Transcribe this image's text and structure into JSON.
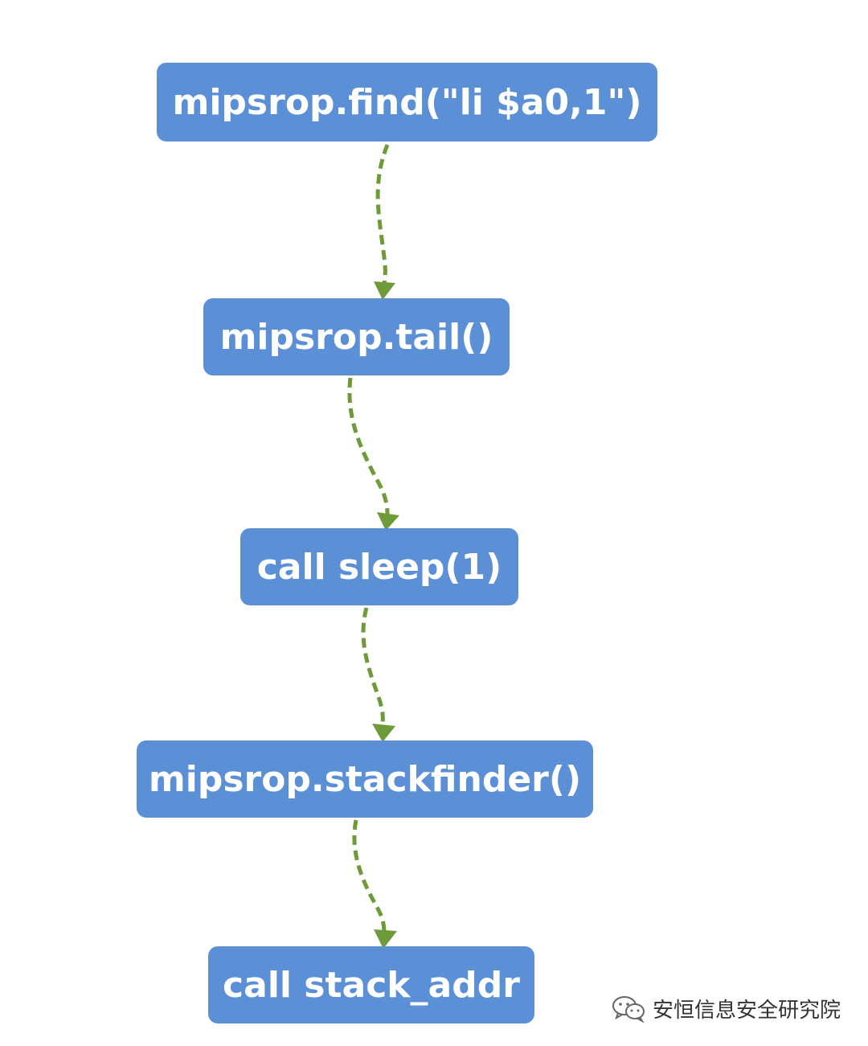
{
  "nodes": [
    {
      "label": "mipsrop.find(\"li $a0,1\")"
    },
    {
      "label": "mipsrop.tail()"
    },
    {
      "label": "call sleep(1)"
    },
    {
      "label": "mipsrop.stackfinder()"
    },
    {
      "label": "call stack_addr"
    }
  ],
  "watermark": {
    "text": "安恒信息安全研究院",
    "icon": "wechat-icon"
  },
  "colors": {
    "node_fill": "#5b8fd6",
    "node_text": "#ffffff",
    "connector": "#6e9a3a"
  }
}
